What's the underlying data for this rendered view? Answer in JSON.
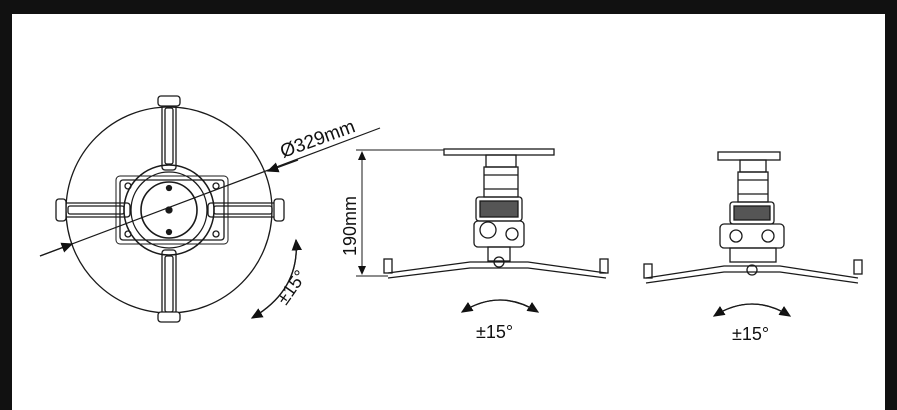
{
  "labels": {
    "diameter": "Ø329mm",
    "height": "190mm",
    "tilt_top": "±15°",
    "tilt_side": "±15°",
    "tilt_front": "±15°"
  },
  "colors": {
    "frame": "#111111",
    "line": "#1a1a1a",
    "background": "#ffffff"
  }
}
